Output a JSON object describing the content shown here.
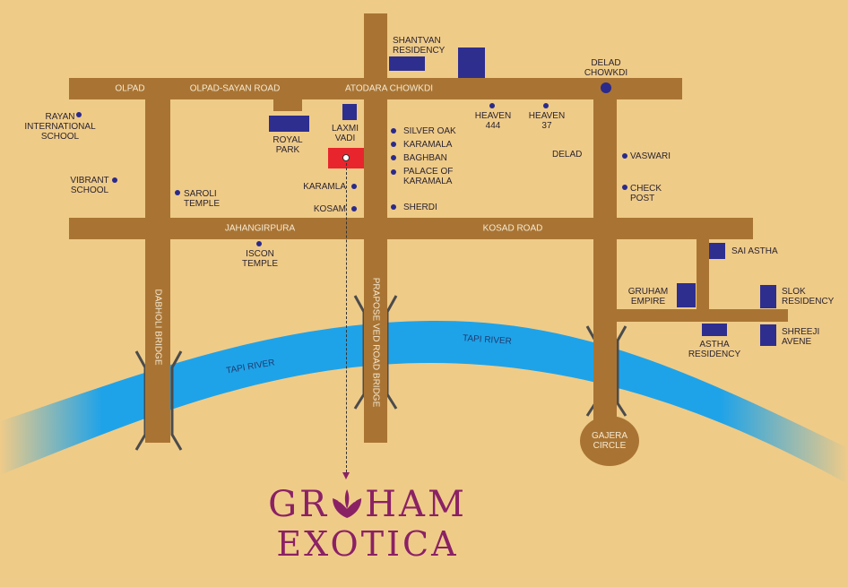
{
  "roads": {
    "olpad": "OLPAD",
    "olpad_sayan_road": "OLPAD-SAYAN ROAD",
    "atodara_chowkdi": "ATODARA CHOWKDI",
    "jahangirpura": "JAHANGIRPURA",
    "kosad_road": "KOSAD ROAD",
    "dabholi_bridge": "DABHOLI BRIDGE",
    "praposed_ved_road_bridge": "PRAPOSE VED ROAD BRIDGE"
  },
  "river": {
    "label_left": "TAPI RIVER",
    "label_right": "TAPI RIVER",
    "color": "#1FA3E8"
  },
  "places": {
    "shantvan_residency": "SHANTVAN\nRESIDENCY",
    "delad_chowkdi": "DELAD\nCHOWKDI",
    "rayan_school": "RAYAN\nINTERNATIONAL\nSCHOOL",
    "royal_park": "ROYAL\nPARK",
    "laxmi_vadi": "LAXMI\nVADI",
    "silver_oak": "SILVER OAK",
    "karamala": "KARAMALA",
    "baghban": "BAGHBAN",
    "palace_of_karamala": "PALACE OF\nKARAMALA",
    "heaven_444": "HEAVEN\n444",
    "heaven_37": "HEAVEN\n37",
    "delad": "DELAD",
    "vaswari": "VASWARI",
    "check_post": "CHECK\nPOST",
    "vibrant_school": "VIBRANT\nSCHOOL",
    "saroli_temple": "SAROLI\nTEMPLE",
    "karamla": "KARAMLA",
    "kosam": "KOSAM",
    "sherdi": "SHERDI",
    "iscon_temple": "ISCON\nTEMPLE",
    "sai_astha": "SAI ASTHA",
    "gruham_empire": "GRUHAM\nEMPIRE",
    "slok_residency": "SLOK\nRESIDENCY",
    "astha_residency": "ASTHA\nRESIDENCY",
    "shreeji_avene": "SHREEJI\nAVENE",
    "gajera_circle": "GAJERA\nCIRCLE"
  },
  "brand": {
    "line1": "GR",
    "line1_end": "HAM",
    "line2": "EXOTICA",
    "color": "#8B2165"
  },
  "colors": {
    "background": "#EFCB88",
    "road": "#A97433",
    "marker": "#E8252C",
    "block": "#2E2E8F"
  }
}
